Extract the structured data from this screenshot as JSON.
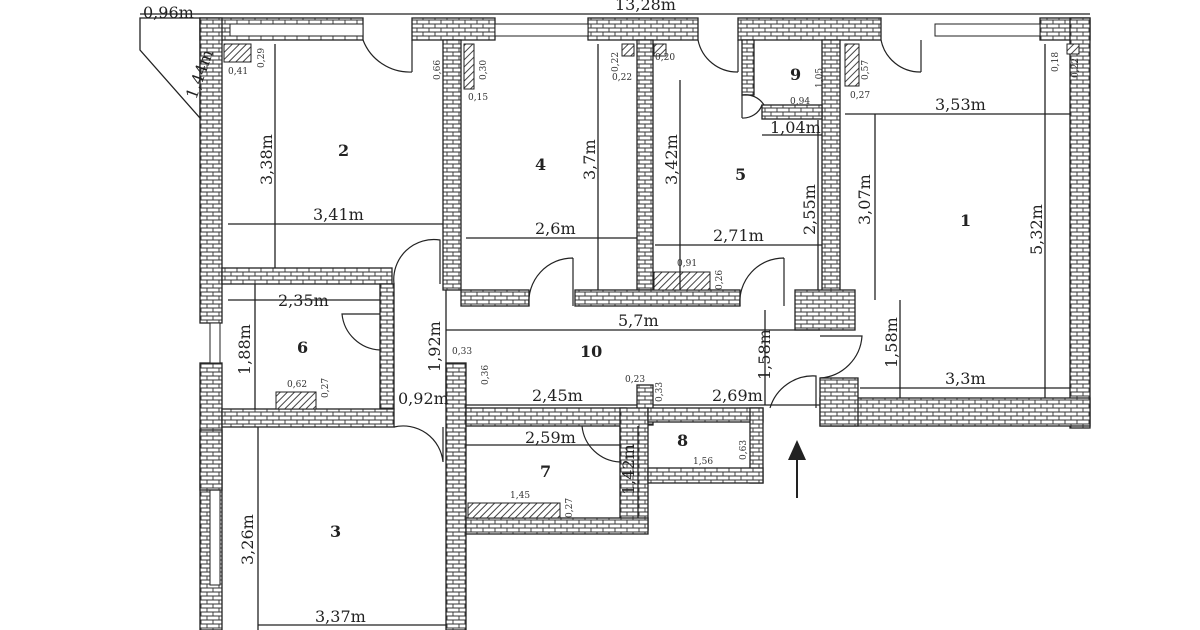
{
  "overall": {
    "top_width": "13,28m",
    "corner_width": "0,96m",
    "corner_height": "1,44m"
  },
  "rooms": [
    {
      "id": "1",
      "label": "1"
    },
    {
      "id": "2",
      "label": "2"
    },
    {
      "id": "3",
      "label": "3"
    },
    {
      "id": "4",
      "label": "4"
    },
    {
      "id": "5",
      "label": "5"
    },
    {
      "id": "6",
      "label": "6"
    },
    {
      "id": "7",
      "label": "7"
    },
    {
      "id": "8",
      "label": "8"
    },
    {
      "id": "9",
      "label": "9"
    },
    {
      "id": "10",
      "label": "10"
    }
  ],
  "dimensions": {
    "r2_height": "3,38m",
    "r2_width": "3,41m",
    "r4_height": "3,7m",
    "r4_width": "2,6m",
    "r5_height": "3,42m",
    "r5_width": "2,71m",
    "r5_side": "2,55m",
    "r5_top": "1,04m",
    "r1_width_top": "3,53m",
    "r1_height": "5,32m",
    "r1_inner": "3,07m",
    "r1_low": "1,58m",
    "r1_width_bottom": "3,3m",
    "r6_width": "2,35m",
    "r6_height": "1,88m",
    "corridor_width": "5,7m",
    "corridor_left_h": "1,92m",
    "corridor_right_h": "1,58m",
    "door_gap": "0,92m",
    "r10_left_w": "2,45m",
    "r10_right_w": "2,69m",
    "r7_width": "2,59m",
    "r7_height": "1,42m",
    "r3_height": "3,26m",
    "r3_width": "3,37m"
  },
  "small_labels": {
    "s041": "0,41",
    "s029": "0,29",
    "s066": "0,66",
    "s030": "0,30",
    "s015": "0,15",
    "s022a": "0,22",
    "s022b": "0,22",
    "s020": "0,20",
    "s094": "0,94",
    "s105": "1,05",
    "s027": "0,27",
    "s057": "0,57",
    "s018": "0,18",
    "s022c": "0,22",
    "s091": "0,91",
    "s026": "0,26",
    "s062": "0,62",
    "s027b": "0,27",
    "s033": "0,33",
    "s036": "0,36",
    "s023": "0,23",
    "s033b": "0,33",
    "s156": "1,56",
    "s063": "0,63",
    "s145": "1,45",
    "s027c": "0,27"
  }
}
